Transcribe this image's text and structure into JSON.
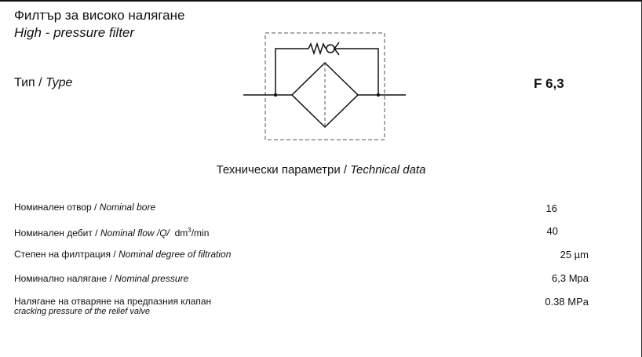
{
  "header": {
    "title_bg": "Филтър за високо налягане",
    "title_en": "High - pressure filter"
  },
  "type": {
    "label_bg": "Тип /",
    "label_en": "Type",
    "value": "F 6,3"
  },
  "symbol": {
    "icon": "hydraulic-filter-with-bypass-check-valve-icon"
  },
  "technical_data": {
    "heading_bg": "Технически параметри /",
    "heading_en": "Technical data"
  },
  "params": [
    {
      "label_bg": "Номинален отвор /",
      "label_en": "Nominal bore",
      "value": "16"
    },
    {
      "label_bg": "Номинален дебит /",
      "label_en": "Nominal flow /Q/",
      "unit_pre": "dm",
      "unit_sup": "3",
      "unit_post": "/min",
      "value": "40"
    },
    {
      "label_bg": "Степен на филтрация /",
      "label_en": "Nominal degree of filtration",
      "value": "25 µm"
    },
    {
      "label_bg": "Номинално налягане /",
      "label_en": "Nominal pressure",
      "value": "6,3 Mpa"
    },
    {
      "label_bg": "Налягане на отваряне на предпазния клапан",
      "label_en": "cracking pressure of the relief valve",
      "value": "0.38 MPa"
    }
  ]
}
